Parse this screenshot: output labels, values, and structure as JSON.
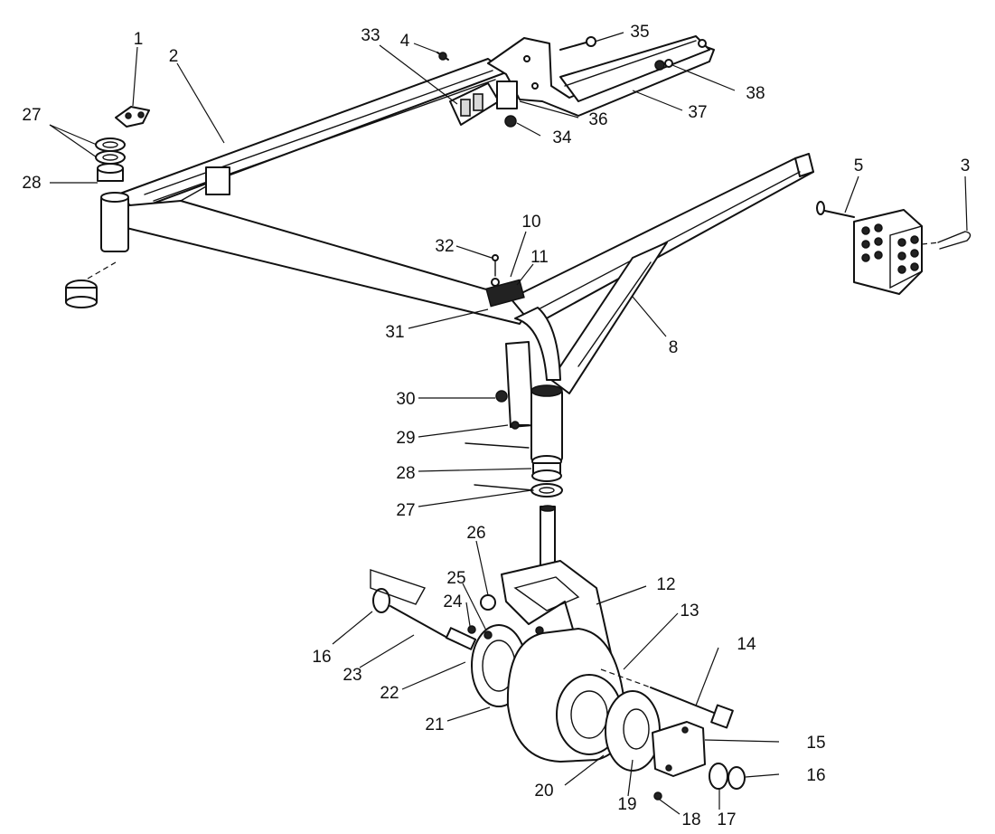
{
  "callouts": {
    "c1": "1",
    "c2": "2",
    "c3": "3",
    "c4": "4",
    "c5": "5",
    "c8": "8",
    "c10": "10",
    "c11": "11",
    "c12": "12",
    "c13": "13",
    "c14": "14",
    "c15": "15",
    "c16a": "16",
    "c16b": "16",
    "c17": "17",
    "c18": "18",
    "c19": "19",
    "c20": "20",
    "c21": "21",
    "c22": "22",
    "c23": "23",
    "c24": "24",
    "c25": "25",
    "c26": "26",
    "c27a": "27",
    "c27b": "27",
    "c28a": "28",
    "c28b": "28",
    "c29": "29",
    "c30": "30",
    "c31": "31",
    "c32": "32",
    "c33": "33",
    "c34": "34",
    "c35": "35",
    "c36": "36",
    "c37": "37",
    "c38": "38"
  },
  "colors": {
    "line": "#111111",
    "background": "#ffffff"
  }
}
